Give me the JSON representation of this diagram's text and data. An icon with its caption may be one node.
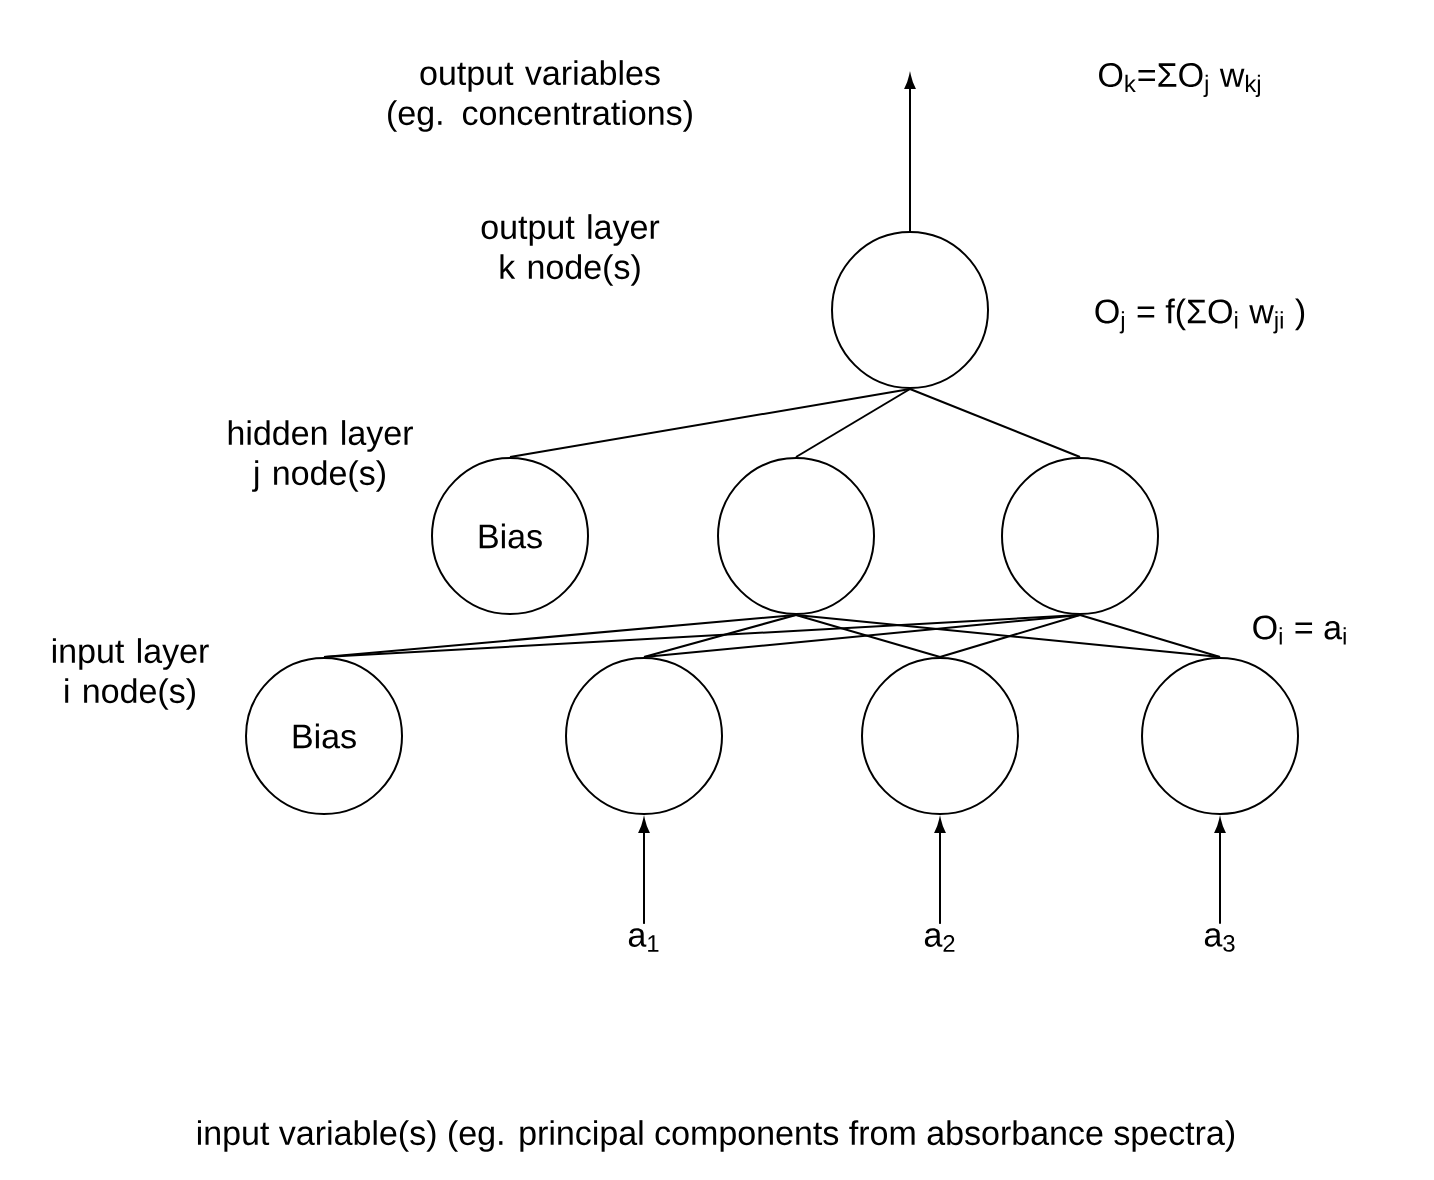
{
  "diagram": {
    "caption": "input variable(s) (eg. principal components from absorbance spectra)",
    "nodes": [
      {
        "text": [],
        "shape": "circle"
      },
      {
        "text": [
          "Bias"
        ]
      },
      {
        "text": [],
        "shape": "circle"
      },
      {
        "text": [],
        "shape": "circle"
      },
      {
        "text": [
          "Bias"
        ]
      },
      {
        "text": [],
        "shape": "circle"
      },
      {
        "text": [],
        "shape": "circle"
      },
      {
        "text": [],
        "shape": "circle"
      },
      {
        "text": [
          "a$_{1}$"
        ]
      },
      {
        "text": [
          "a$_{2}$"
        ]
      },
      {
        "text": [
          "a$_{3}$"
        ]
      }
    ],
    "edges": [
      {
        "from": 0,
        "to": null,
        "arrow": "to"
      },
      {
        "from": 0,
        "to": 1,
        "arrow": "none"
      },
      {
        "from": 0,
        "to": 2,
        "arrow": "none"
      },
      {
        "from": 0,
        "to": 3,
        "arrow": "none"
      },
      {
        "from": 2,
        "to": 4,
        "arrow": "none"
      },
      {
        "from": 2,
        "to": 5,
        "arrow": "none"
      },
      {
        "from": 2,
        "to": 6,
        "arrow": "none"
      },
      {
        "from": 2,
        "to": 7,
        "arrow": "none"
      },
      {
        "from": 3,
        "to": 4,
        "arrow": "none"
      },
      {
        "from": 3,
        "to": 5,
        "arrow": "none"
      },
      {
        "from": 3,
        "to": 6,
        "arrow": "none"
      },
      {
        "from": 3,
        "to": 7,
        "arrow": "none"
      },
      {
        "from": 8,
        "to": 5,
        "arrow": "to"
      },
      {
        "from": 9,
        "to": 6,
        "arrow": "to"
      },
      {
        "from": 10,
        "to": 7,
        "arrow": "to"
      }
    ],
    "labels": [
      "output variables (eg. concentrations)",
      "O$_{k}$=ΣO$_{j}$ w$_{kj}$",
      "output layer k node(s)",
      "O$_{j}$ = f(ΣO$_{i}$ w$_{ji}$ )",
      "hidden layer j node(s)",
      "O$_{i}$ = a$_{i}$",
      "input layer i node(s)"
    ]
  }
}
